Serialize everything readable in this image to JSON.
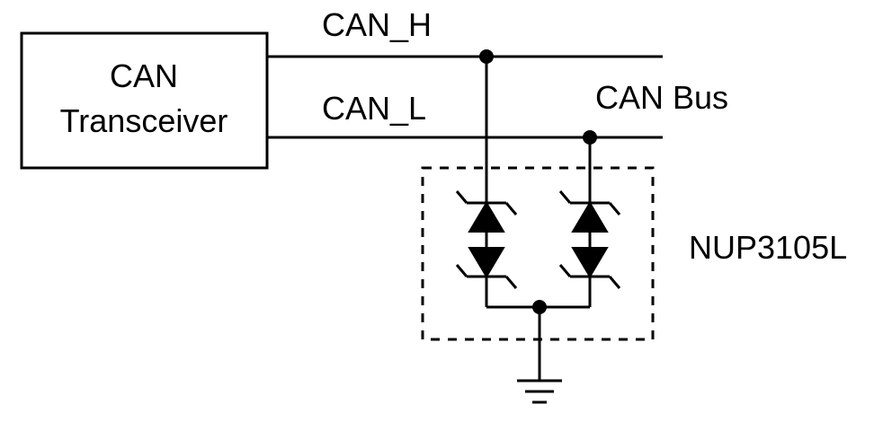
{
  "diagram": {
    "transceiver_label_line1": "CAN",
    "transceiver_label_line2": "Transceiver",
    "can_h_label": "CAN_H",
    "can_l_label": "CAN_L",
    "bus_label": "CAN Bus",
    "device_label": "NUP3105L"
  },
  "colors": {
    "line": "#000000",
    "background": "#ffffff"
  }
}
